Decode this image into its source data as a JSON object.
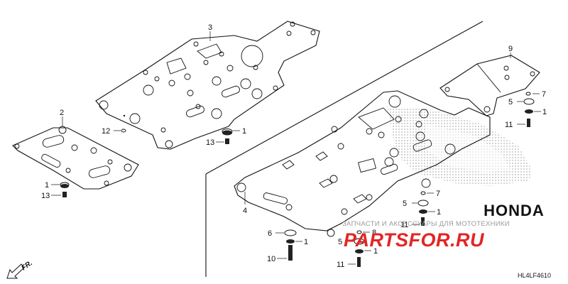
{
  "diagram": {
    "code": "HL4LF4610",
    "direction": "FR.",
    "parts": [
      {
        "id": "p1",
        "number": "1"
      },
      {
        "id": "p2",
        "number": "2"
      },
      {
        "id": "p3",
        "number": "3"
      },
      {
        "id": "p4",
        "number": "4"
      },
      {
        "id": "p5",
        "number": "5"
      },
      {
        "id": "p6",
        "number": "6"
      },
      {
        "id": "p7",
        "number": "7"
      },
      {
        "id": "p8",
        "number": "8"
      },
      {
        "id": "p9",
        "number": "9"
      },
      {
        "id": "p10",
        "number": "10"
      },
      {
        "id": "p11",
        "number": "11"
      },
      {
        "id": "p12",
        "number": "12"
      },
      {
        "id": "p13",
        "number": "13"
      }
    ]
  },
  "watermark": {
    "tagline": "ЗАПЧАСТИ И АКСЕССУАРЫ ДЛЯ МОТОТЕХНИКИ",
    "brand": "PARTS",
    "brand_for": "FOR",
    "brand_tld": ".RU",
    "maker": "HONDA"
  },
  "colors": {
    "line": "#111111",
    "watermark_red": "#e32525",
    "watermark_gray": "#9a9a9a"
  }
}
